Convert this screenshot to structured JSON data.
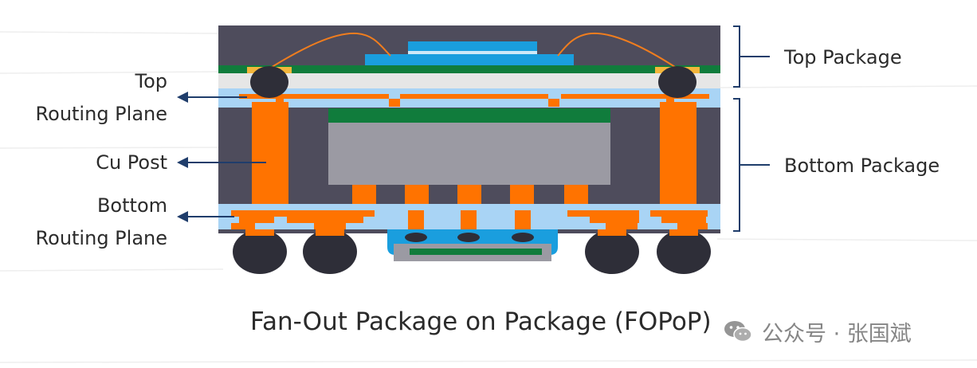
{
  "labels": {
    "top_package": "Top Package",
    "bottom_package": "Bottom Package",
    "top_routing_line1": "Top",
    "top_routing_line2": "Routing Plane",
    "cu_post": "Cu Post",
    "bottom_routing_line1": "Bottom",
    "bottom_routing_line2": "Routing Plane"
  },
  "caption": "Fan-Out Package on Package (FOPoP)",
  "watermark": {
    "text": "公众号 · 张国斌",
    "icon": "wechat-icon"
  },
  "colors": {
    "mold": "#4e4c5c",
    "copper": "#ff7300",
    "rdl": "#a9d4f5",
    "substrate_green": "#107c3c",
    "die_blue": "#1a9ede",
    "die_gray": "#9b9aa3",
    "solder_ball": "#2e2e38",
    "bracket": "#1f3d6b"
  }
}
